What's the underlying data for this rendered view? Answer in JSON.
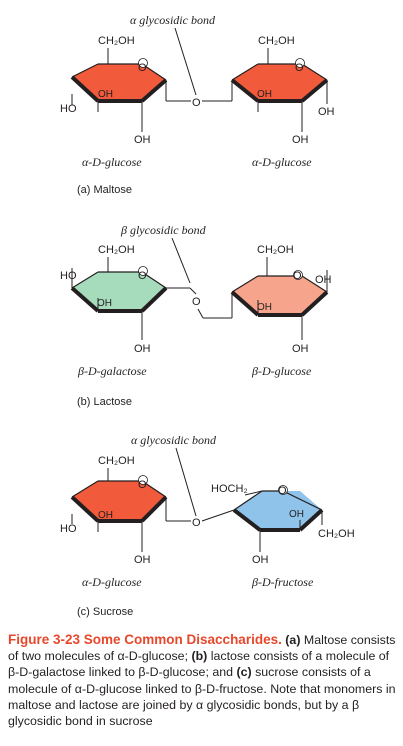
{
  "colors": {
    "glucose_alpha": "#f15a3a",
    "galactose_beta": "#a6dcbc",
    "glucose_beta": "#f7a48c",
    "fructose_beta": "#8fc3ea",
    "caption_accent": "#e8472b"
  },
  "maltose": {
    "bond_label": "α glycosidic bond",
    "left": {
      "ch2oh": "CH₂OH",
      "ring_o": "O",
      "oh_inner": "OH",
      "ho_left": "HO",
      "oh_bottom": "OH",
      "name": "α-D-glucose"
    },
    "bridge_o": "O",
    "right": {
      "ch2oh": "CH₂OH",
      "ring_o": "O",
      "oh_inner": "OH",
      "oh_right": "OH",
      "oh_bottom": "OH",
      "name": "α-D-glucose"
    },
    "panel_label": "(a) Maltose"
  },
  "lactose": {
    "bond_label": "β glycosidic bond",
    "left": {
      "ch2oh": "CH₂OH",
      "ring_o": "O",
      "ho_left": "HO",
      "oh_inner": "OH",
      "oh_bottom": "OH",
      "name": "β-D-galactose"
    },
    "bridge_o": "O",
    "right": {
      "ch2oh": "CH₂OH",
      "ring_o": "O",
      "oh_right": "OH",
      "oh_inner": "OH",
      "oh_bottom": "OH",
      "name": "β-D-glucose"
    },
    "panel_label": "(b) Lactose"
  },
  "sucrose": {
    "bond_label": "α glycosidic bond",
    "left": {
      "ch2oh": "CH₂OH",
      "ring_o": "O",
      "oh_inner": "OH",
      "ho_left": "HO",
      "oh_bottom": "OH",
      "name": "α-D-glucose"
    },
    "bridge_o": "O",
    "right": {
      "hoch2": "HOCH₂",
      "ring_o": "O",
      "oh_inner": "OH",
      "ch2oh": "CH₂OH",
      "oh_bottom": "OH",
      "name": "β-D-fructose"
    },
    "panel_label": "(c) Sucrose"
  },
  "caption": {
    "figure": "Figure 3-23 Some Common Disaccharides.",
    "a_tag": "(a)",
    "a_text": "Maltose consists of two molecules of α-D-glucose;",
    "b_tag": "(b)",
    "b_text": "lactose consists of a molecule of β-D-galactose linked to β-D-glucose; and",
    "c_tag": "(c)",
    "c_text": "sucrose consists of a molecule of α-D-glucose linked to β-D-fructose. Note that monomers in maltose and lactose are joined by α glycosidic bonds, but by a β glycosidic bond in sucrose"
  }
}
